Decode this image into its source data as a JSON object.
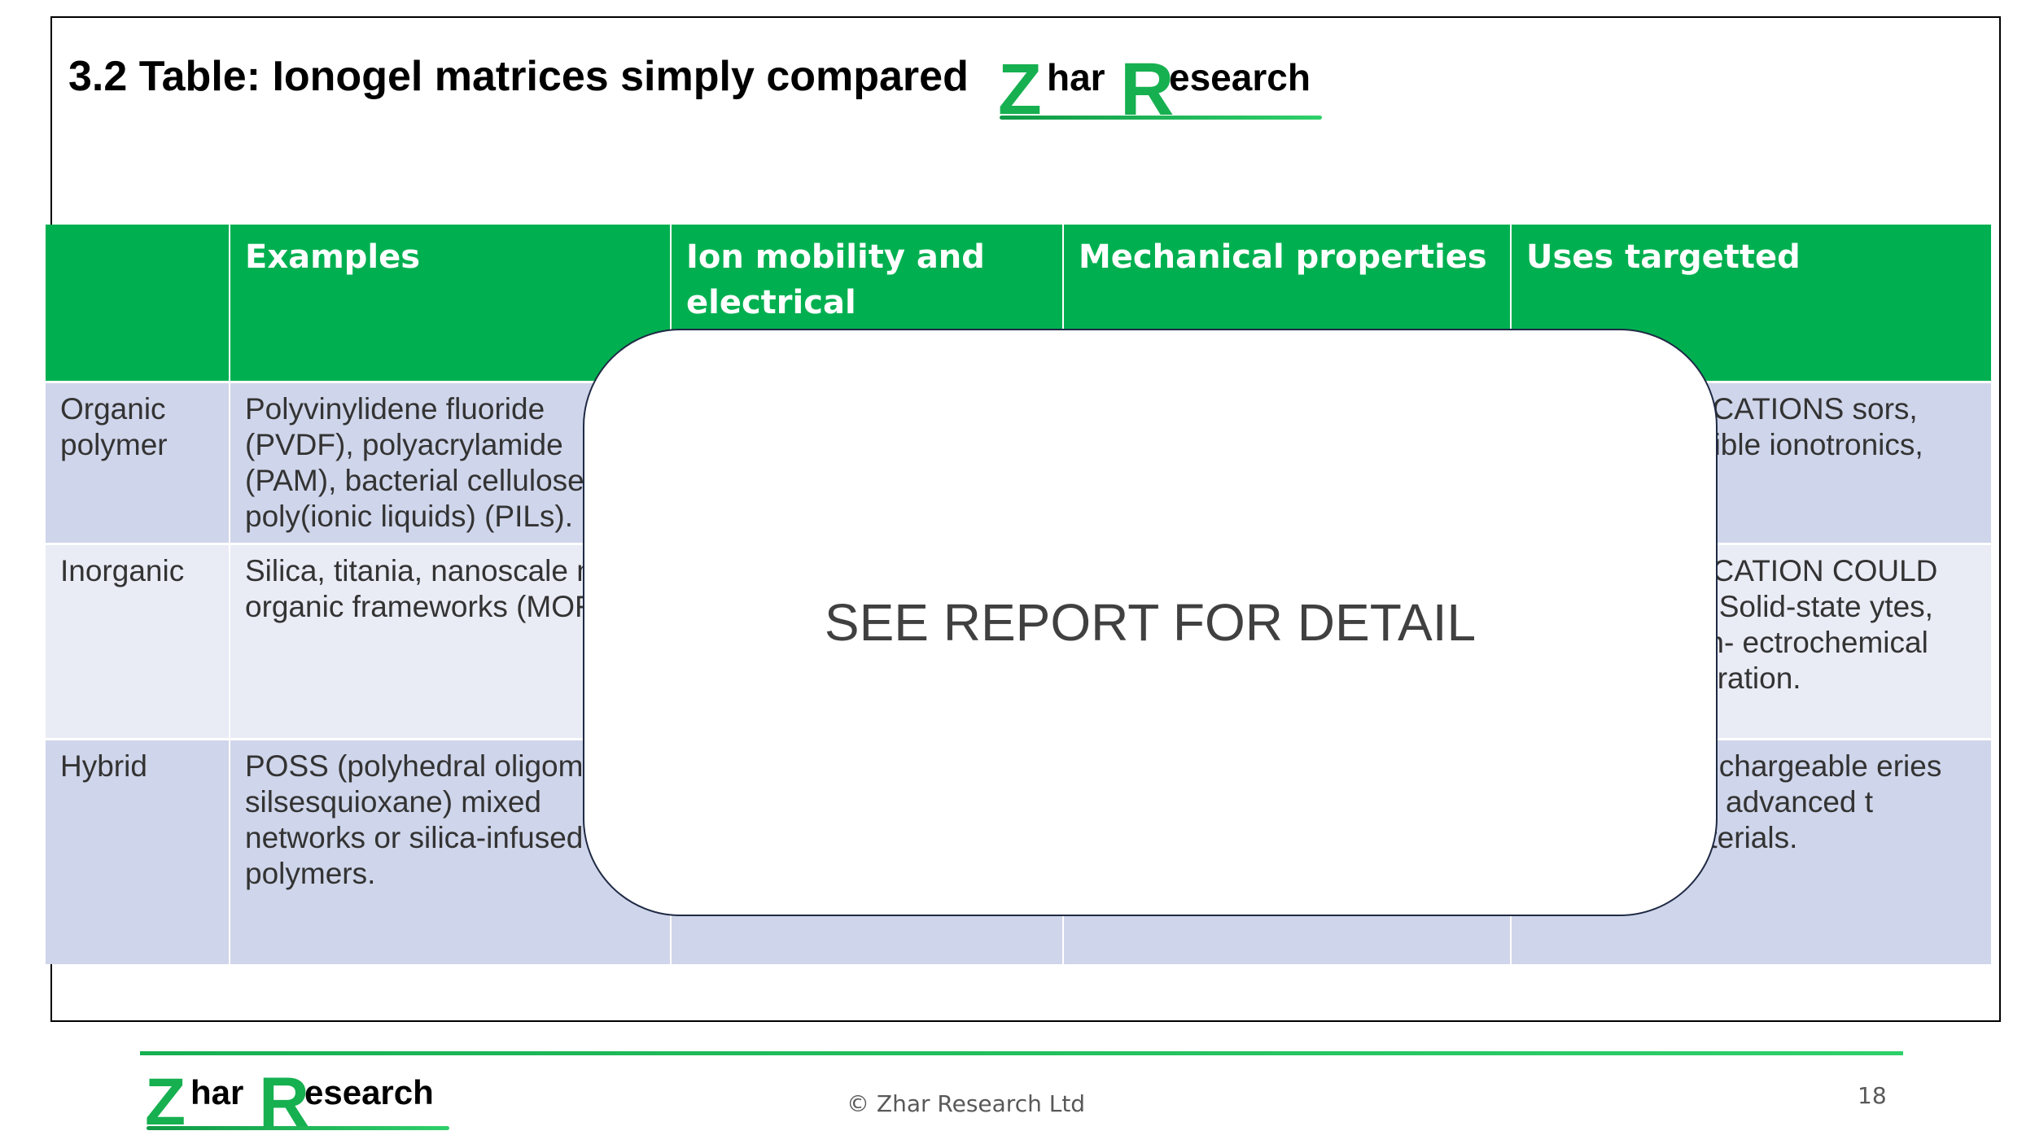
{
  "slide": {
    "title": "3.2 Table: Ionogel matrices simply compared",
    "logo": {
      "z": "Z",
      "har": "har",
      "r": "R",
      "esearch": "esearch"
    },
    "overlay_text": "SEE REPORT FOR DETAIL"
  },
  "table": {
    "headers": [
      "",
      "Examples",
      "Ion mobility and electrical conductivity",
      "Mechanical properties",
      "Uses targetted"
    ],
    "rows": [
      {
        "label": "Organic polymer",
        "examples": "Polyvinylidene fluoride (PVDF), polyacrylamide (PAM), bacterial cellulose, poly(ionic liquids) (PILs).",
        "ion_mobility": "",
        "mechanical": "",
        "uses": "PLICATIONS sors, flexible ionotronics, soft"
      },
      {
        "label": "Inorganic",
        "examples": "Silica, titania, nanoscale m organic frameworks (MOF",
        "ion_mobility": "",
        "mechanical": "",
        "uses": "PLICATION COULD GE Solid-state ytes, high- ectrochemical eparation."
      },
      {
        "label": "Hybrid",
        "examples": "POSS (polyhedral oligome silsesquioxane) mixed networks or silica-infused polymers.",
        "ion_mobility": "",
        "mechanical": "",
        "uses": "n rechargeable eries and advanced t materials."
      }
    ]
  },
  "footer": {
    "copyright": "© Zhar Research Ltd",
    "page_number": "18"
  },
  "colors": {
    "header_green": "#00b050",
    "row_dark": "#cfd5ea",
    "row_light": "#e9ebf5",
    "logo_green": "#16b050"
  }
}
